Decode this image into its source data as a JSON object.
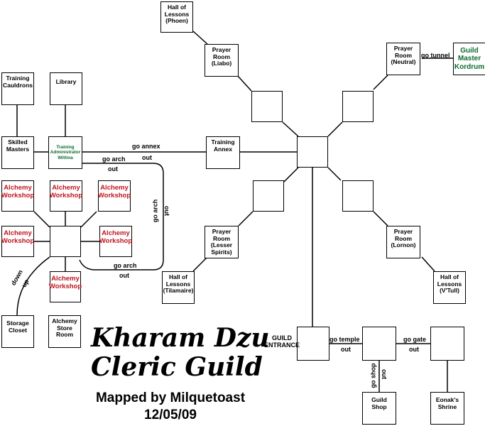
{
  "title": {
    "line1": "Kharam Dzu",
    "line2": "Cleric Guild"
  },
  "credit": {
    "mapped_by": "Mapped by Milquetoast",
    "date": "12/05/09"
  },
  "rooms": {
    "hall_phoen": [
      "Hall of",
      "Lessons",
      "(Phoen)"
    ],
    "prayer_liabo": [
      "Prayer",
      "Room",
      "(Liabo)"
    ],
    "prayer_neutral": [
      "Prayer",
      "Room",
      "(Neutral)"
    ],
    "guild_master": [
      "Guild",
      "Master",
      "Kordrum"
    ],
    "training_cauldrons": [
      "Training",
      "Cauldrons"
    ],
    "library": [
      "Library"
    ],
    "skilled_masters": [
      "Skilled",
      "Masters"
    ],
    "training_admin": [
      "Training",
      "Administrator",
      "Wittina"
    ],
    "training_annex": [
      "Training",
      "Annex"
    ],
    "alchemy_1": [
      "Alchemy",
      "Workshop"
    ],
    "alchemy_2": [
      "Alchemy",
      "Workshop"
    ],
    "alchemy_3": [
      "Alchemy",
      "Workshop"
    ],
    "alchemy_4": [
      "Alchemy",
      "Workshop"
    ],
    "alchemy_5": [
      "Alchemy",
      "Workshop"
    ],
    "alchemy_6": [
      "Alchemy",
      "Workshop"
    ],
    "prayer_lesser": [
      "Prayer",
      "Room",
      "(Lesser",
      "Spirits)"
    ],
    "prayer_lornon": [
      "Prayer",
      "Room",
      "(Lornon)"
    ],
    "hall_tilamaire": [
      "Hall of",
      "Lessons",
      "(Tilamaire)"
    ],
    "hall_vtull": [
      "Hall of",
      "Lessons",
      "(V'Tull)"
    ],
    "storage_closet": [
      "Storage",
      "Closet"
    ],
    "alchemy_store": [
      "Alchemy",
      "Store",
      "Room"
    ],
    "guild_shop": [
      "Guild",
      "Shop"
    ],
    "eonak_shrine": [
      "Eonak's",
      "Shrine"
    ]
  },
  "labels": {
    "go_tunnel": "go  tunnel",
    "go_annex": "go annex",
    "out_annex": "out",
    "go_arch_top": "go arch",
    "out_arch_top": "out",
    "go_arch_vert": "go arch",
    "out_vert": "out",
    "go_arch_bottom": "go arch",
    "out_arch_bottom": "out",
    "down": "down",
    "up": "up",
    "guild_entrance": [
      "GUILD",
      "ENTRANCE"
    ],
    "go_temple": "go temple",
    "out_temple": "out",
    "go_gate": "go gate",
    "out_gate": "out",
    "go_shop": "go shop",
    "out_shop": "out"
  }
}
